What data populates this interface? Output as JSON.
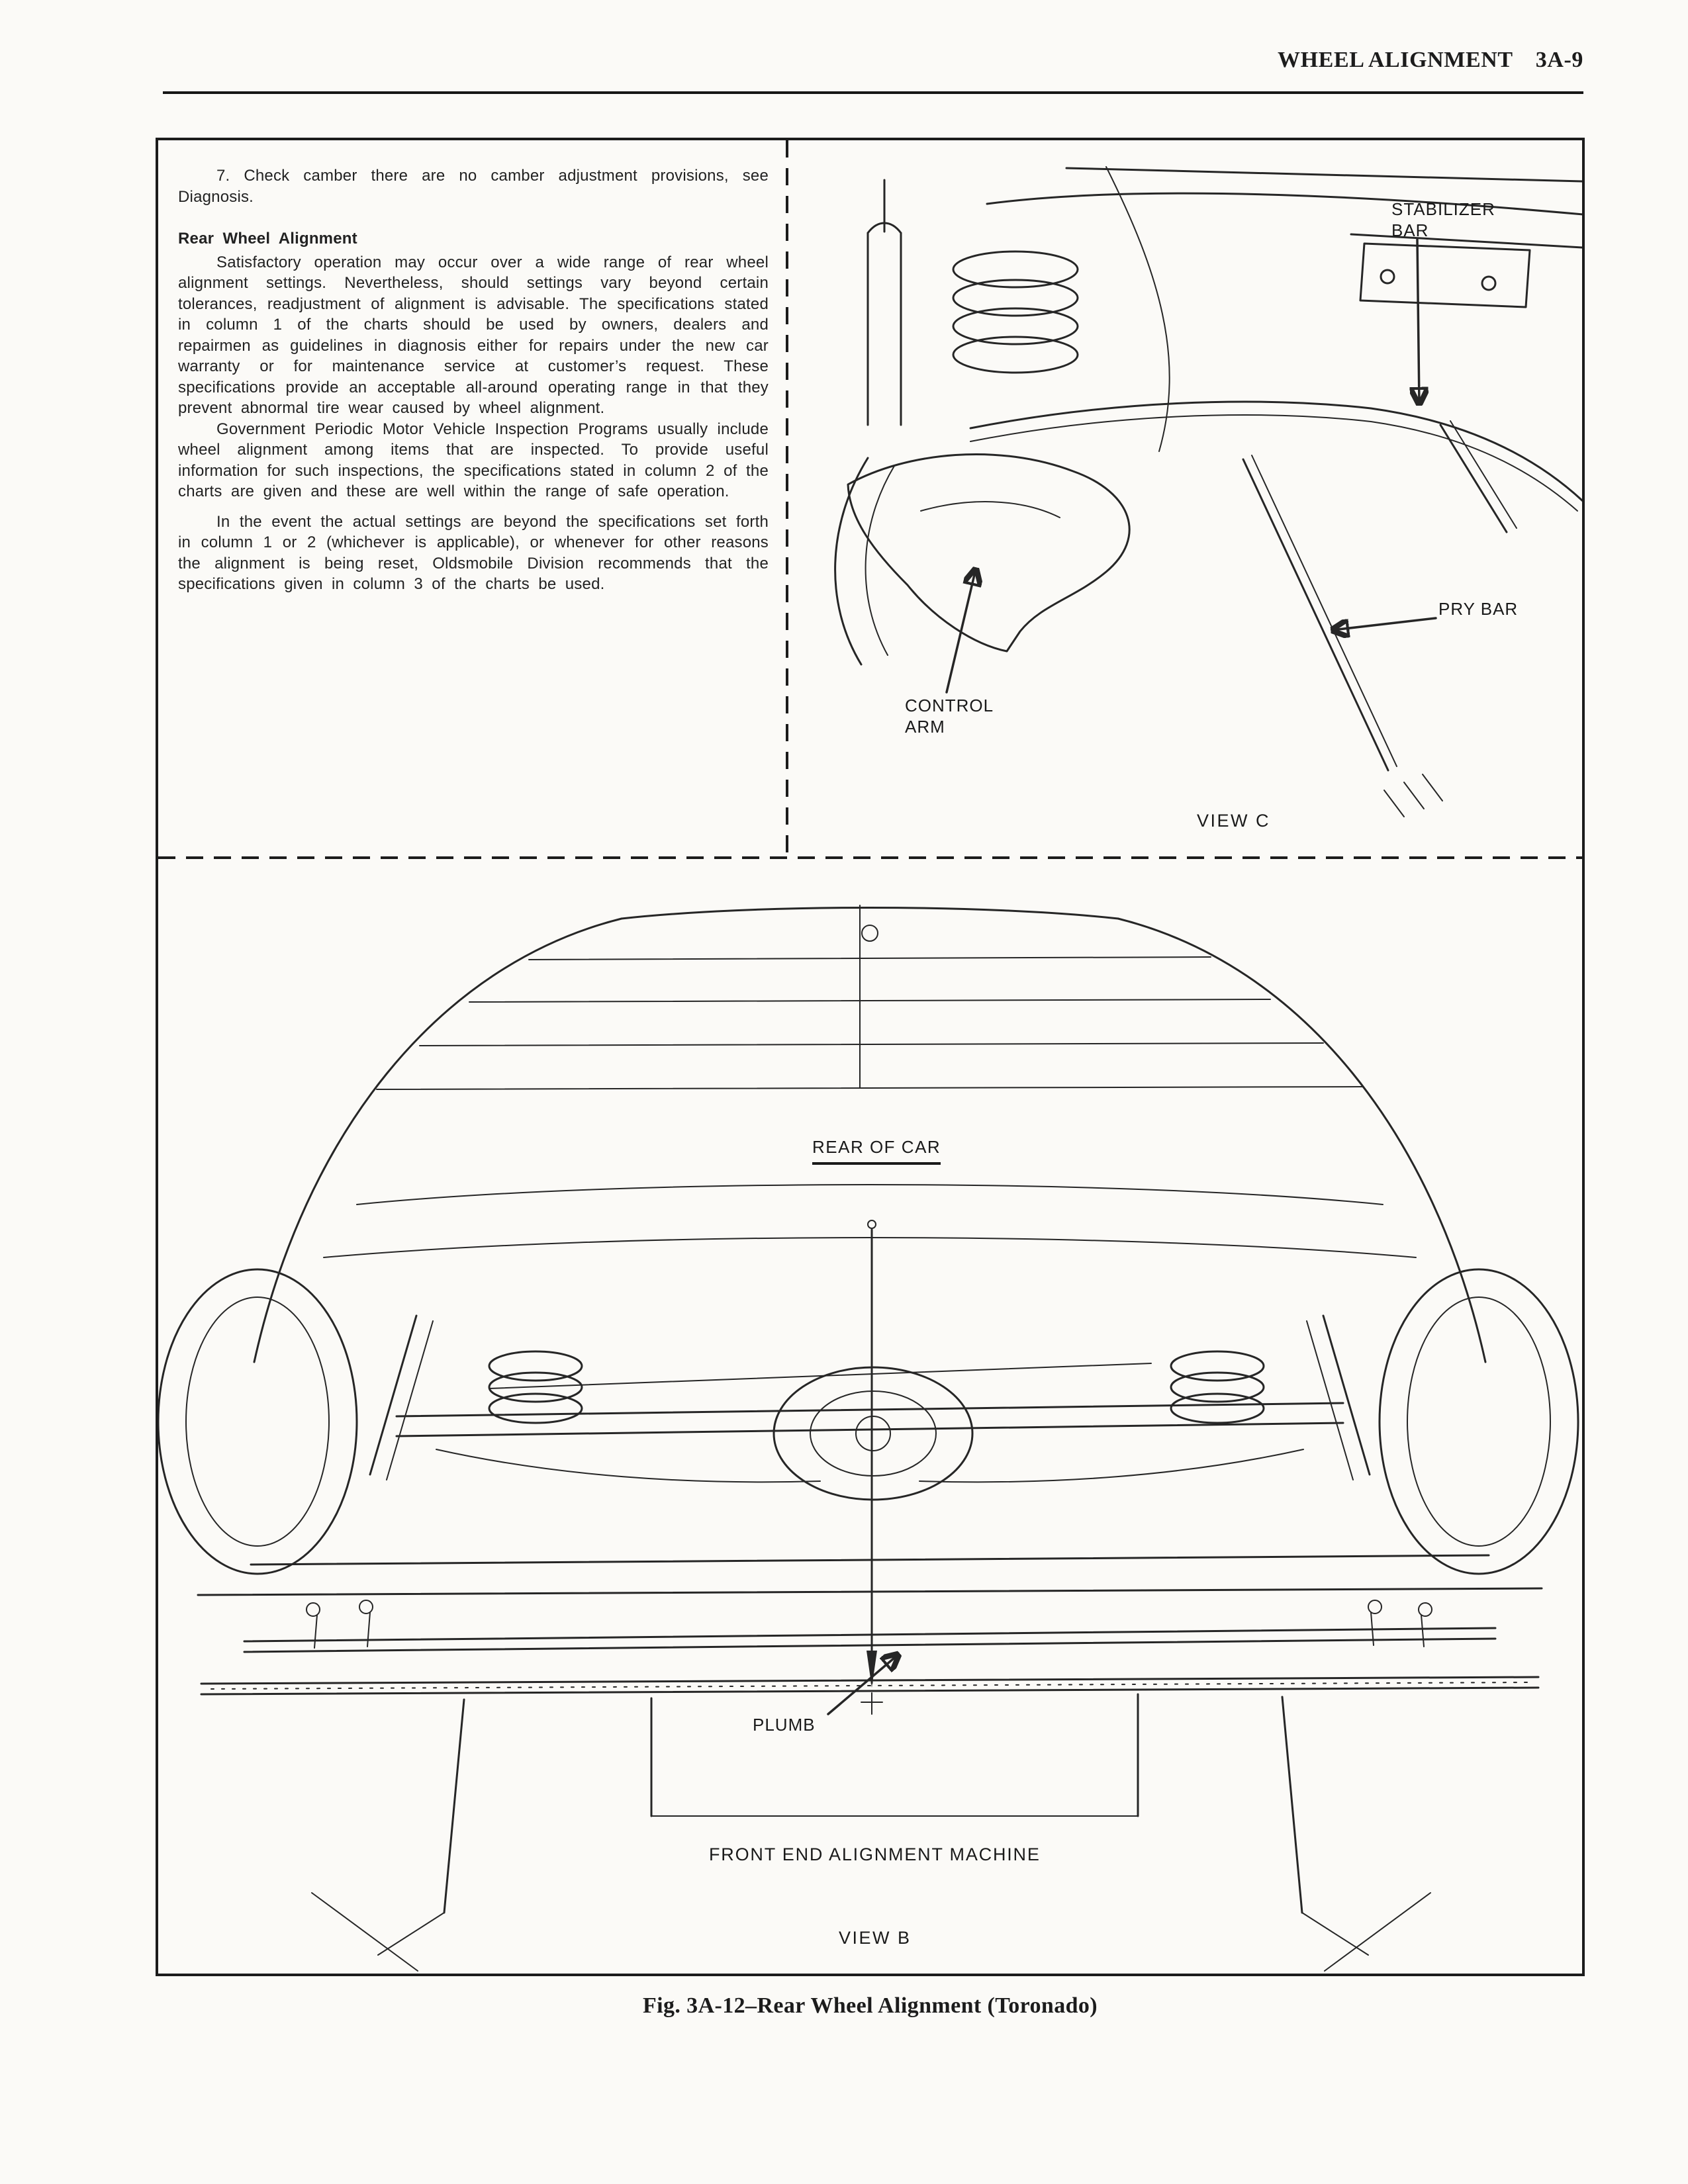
{
  "header": {
    "title": "WHEEL ALIGNMENT",
    "page_number": "3A-9"
  },
  "article": {
    "step7": "7.  Check camber there are no camber adjustment provisions, see Diagnosis.",
    "heading": "Rear Wheel Alignment",
    "para1": "Satisfactory operation may occur over a wide range of rear wheel alignment settings. Nevertheless, should settings vary beyond certain tolerances, readjustment of alignment is advisable. The specifications stated in column 1 of the charts should be used by owners, dealers and repairmen as guidelines in diagnosis either for repairs under the new car warranty or for maintenance service at customer’s request. These specifications provide an acceptable all-around operating range in that they prevent abnormal tire wear caused by wheel alignment.",
    "para2": "Government Periodic Motor Vehicle Inspection Programs usually include wheel alignment among items that are inspected. To provide useful information for such inspections, the specifications stated in column 2 of the charts are given and these are well within the range of safe operation.",
    "para3": "In the event the actual settings are beyond the specifications set forth in column 1 or 2 (whichever is applicable), or whenever for other reasons the alignment is being reset, Oldsmobile Division recommends that the specifications given in column 3 of the charts be used."
  },
  "view_c": {
    "stabilizer_bar_label": "STABILIZER\nBAR",
    "pry_bar_label": "PRY BAR",
    "control_arm_label": "CONTROL\nARM",
    "view_label": "VIEW C"
  },
  "view_b": {
    "rear_of_car_label": "REAR OF CAR",
    "plumb_label": "PLUMB",
    "machine_label": "FRONT END ALIGNMENT MACHINE",
    "view_label": "VIEW B"
  },
  "caption": "Fig. 3A-12–Rear Wheel Alignment (Toronado)",
  "colors": {
    "ink": "#1c1c1c",
    "paper": "#fbfaf7"
  }
}
